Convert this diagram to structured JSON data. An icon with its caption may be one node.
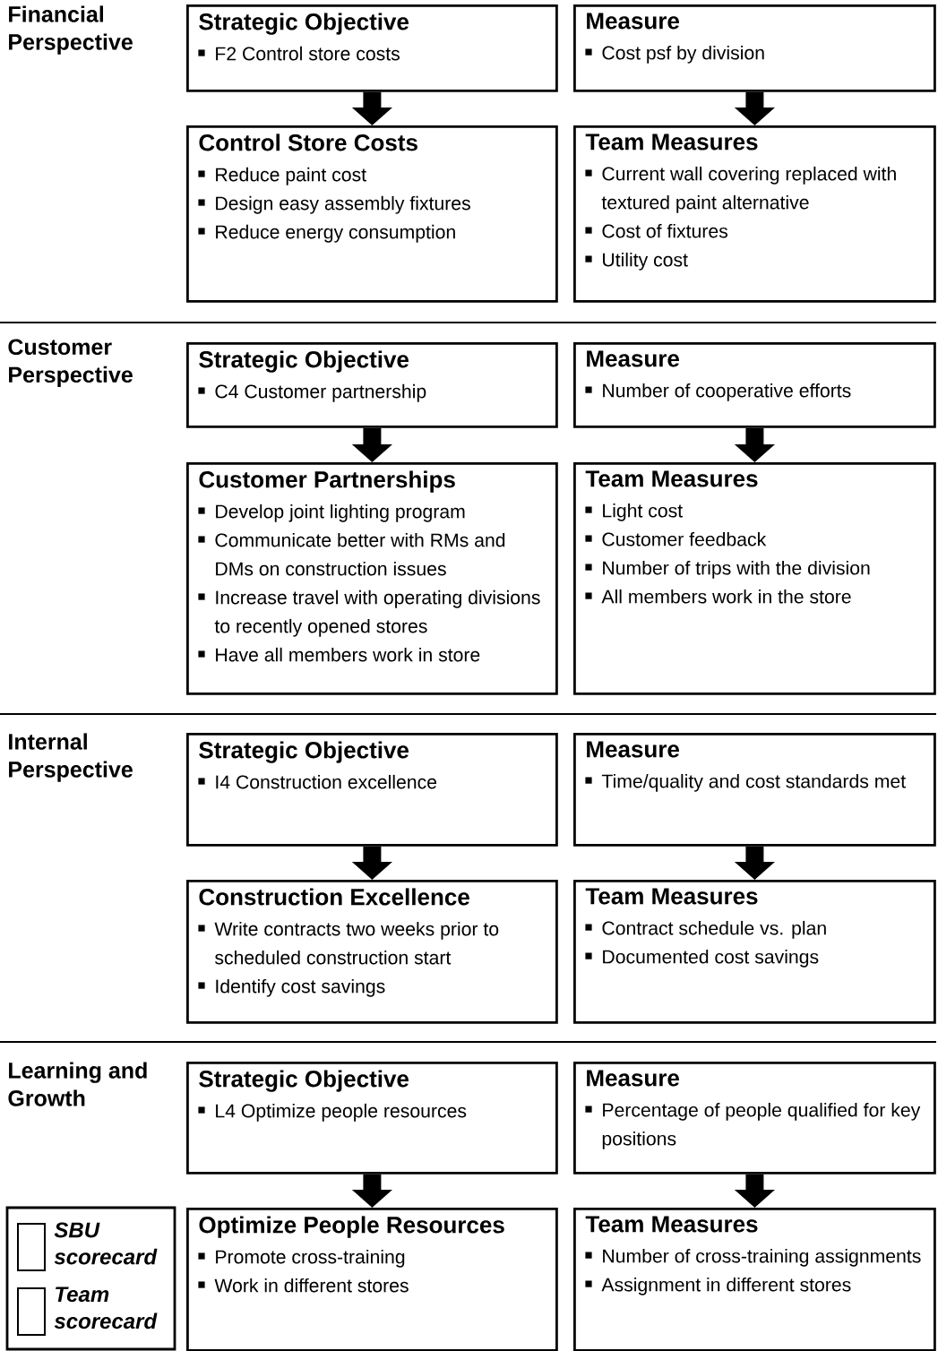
{
  "diagram": {
    "nodes": [
      {
        "text": [
          "Strategic Objective",
          "F2 Control store costs"
        ]
      },
      {
        "text": [
          "Measure",
          "Cost psf by division"
        ]
      },
      {
        "text": [
          "Control Store Costs",
          "Reduce paint cost",
          "Design easy assembly fixtures",
          "Reduce energy consumption"
        ]
      },
      {
        "text": [
          "Team Measures",
          "Current wall covering replaced with textured paint alternative",
          "Cost of fixtures",
          "Utility cost"
        ]
      },
      {
        "text": [
          "Strategic Objective",
          "C4 Customer partnership"
        ]
      },
      {
        "text": [
          "Measure",
          "Number of cooperative efforts"
        ]
      },
      {
        "text": [
          "Customer Partnerships",
          "Develop joint lighting program",
          "Communicate better with RMs and DMs on construction issues",
          "Increase travel with operating divisions to recently opened stores",
          "Have all members work in store"
        ]
      },
      {
        "text": [
          "Team Measures",
          "Light cost",
          "Customer feedback",
          "Number of trips with the division",
          "All members work in the store"
        ]
      },
      {
        "text": [
          "Strategic Objective",
          "I4 Construction excellence"
        ]
      },
      {
        "text": [
          "Measure",
          "Time/quality and cost standards met"
        ]
      },
      {
        "text": [
          "Construction Excellence",
          "Write contracts two weeks prior to scheduled construction start",
          "Identify cost savings"
        ]
      },
      {
        "text": [
          "Team Measures",
          "Contract schedule vs. plan",
          "Documented cost savings"
        ]
      },
      {
        "text": [
          "Strategic Objective",
          "L4 Optimize people resources"
        ]
      },
      {
        "text": [
          "Measure",
          "Percentage of people qualified for key positions"
        ]
      },
      {
        "text": [
          "Optimize People Resources",
          "Promote cross-training",
          "Work in different stores"
        ]
      },
      {
        "text": [
          "Team Measures",
          "Number of cross-training assignments",
          "Assignment in different stores"
        ]
      }
    ],
    "edges": [
      {
        "from": 0,
        "to": 2,
        "arrow": "to"
      },
      {
        "from": 1,
        "to": 3,
        "arrow": "to"
      },
      {
        "from": 4,
        "to": 6,
        "arrow": "to"
      },
      {
        "from": 5,
        "to": 7,
        "arrow": "to"
      },
      {
        "from": 8,
        "to": 10,
        "arrow": "to"
      },
      {
        "from": 9,
        "to": 11,
        "arrow": "to"
      },
      {
        "from": 12,
        "to": 14,
        "arrow": "to"
      },
      {
        "from": 13,
        "to": 15,
        "arrow": "to"
      }
    ],
    "labels": [
      "Financial Perspective",
      "Customer Perspective",
      "Internal Perspective",
      "Learning and Growth"
    ],
    "legend": [
      {
        "text": "SBU scorecard"
      },
      {
        "text": "Team scorecard"
      }
    ]
  }
}
